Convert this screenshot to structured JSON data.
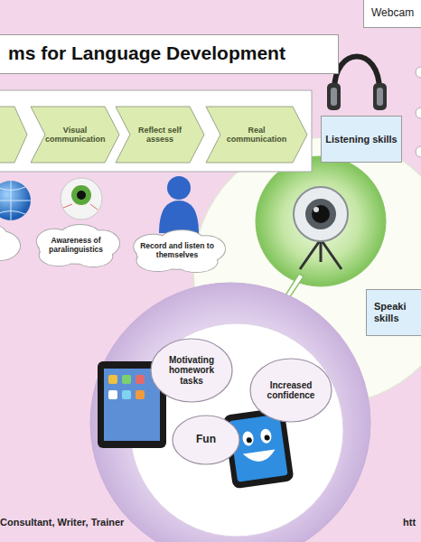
{
  "diagram": {
    "title": "ms for Language Development",
    "nodes": [
      {
        "text": [
          "Visual communication"
        ]
      },
      {
        "text": [
          "Reflect self assess"
        ]
      },
      {
        "text": [
          "Real communication"
        ]
      },
      {
        "text": [
          "Awareness of paralinguistics"
        ]
      },
      {
        "text": [
          "Record and listen to themselves"
        ]
      },
      {
        "text": [
          "Webcam"
        ]
      },
      {
        "text": [
          "Listening skills"
        ]
      },
      {
        "text": [
          "Speaki skills"
        ]
      },
      {
        "text": [
          "Motivating homework tasks"
        ]
      },
      {
        "text": [
          "Increased confidence"
        ]
      },
      {
        "text": [
          "Fun"
        ]
      }
    ],
    "labels": [
      "Consultant, Writer, Trainer",
      "htt"
    ]
  }
}
